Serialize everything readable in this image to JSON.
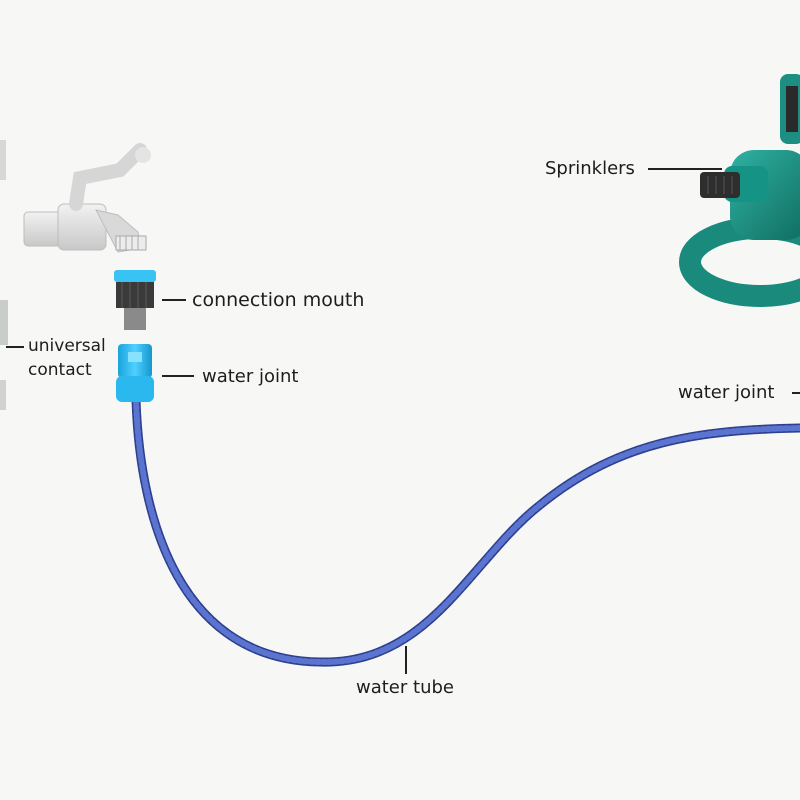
{
  "labels": {
    "sprinklers": "Sprinklers",
    "connection_mouth": "connection mouth",
    "universal_contact": "universal contact",
    "water_joint_left": "water joint",
    "water_joint_right": "water joint",
    "water_tube": "water tube"
  },
  "colors": {
    "background": "#f7f8f5",
    "hose": "#3f56b4",
    "joint_blue": "#1faee8",
    "sprinkler_green": "#1a8d80",
    "faucet": "#dcdcdc",
    "leader_line": "#222222"
  }
}
